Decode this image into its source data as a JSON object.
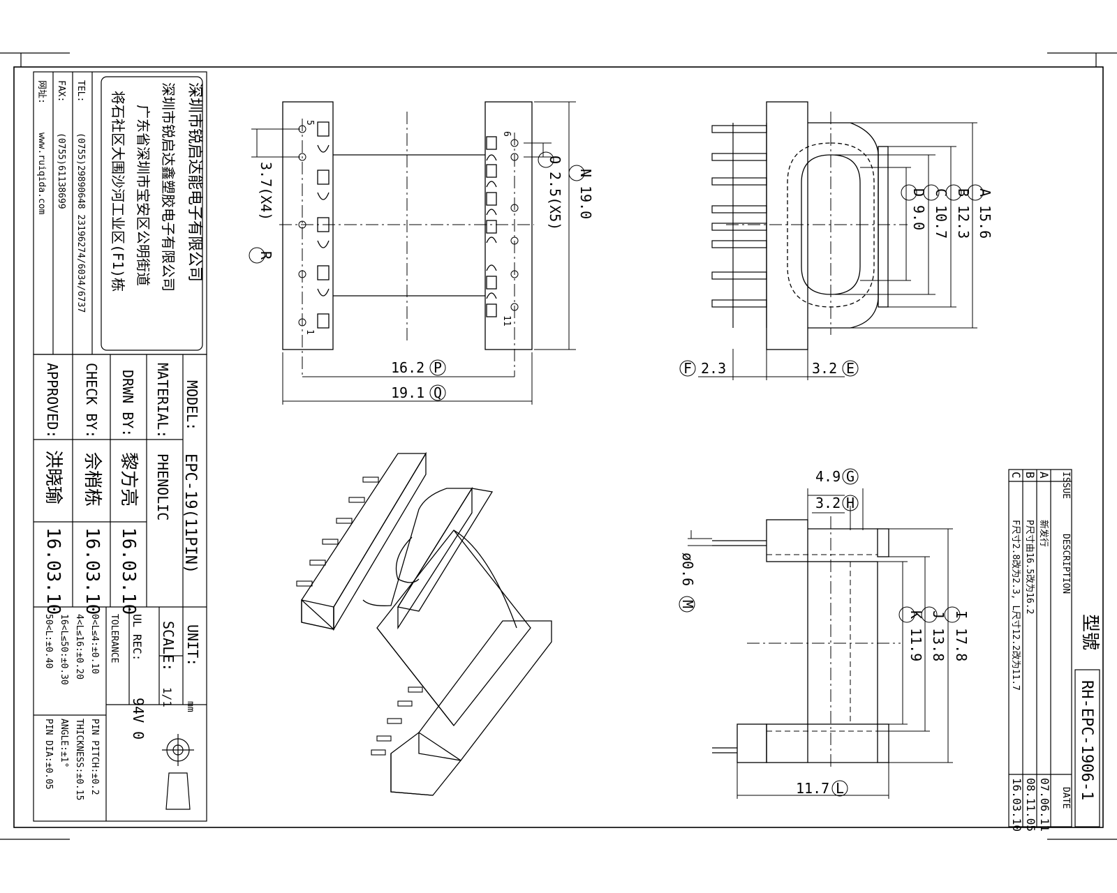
{
  "company": {
    "name1": "深圳市锐启达能电子有限公司",
    "name2": "深圳市锐启达鑫塑胶电子有限公司",
    "addr1": "广东省深圳市宝安区公明街道",
    "addr2": "将石社区大围沙河工业区(F1)栋",
    "tel_label": "TEL:",
    "tel": "(0755)29890648  23196274/6034/6737",
    "fax_label": "FAX:",
    "fax": "(0755)61138699",
    "web_label": "网址:",
    "web": "www.ruiqida.com"
  },
  "titleblock": {
    "model_label": "MODEL:",
    "model": "EPC-19(11PIN)",
    "material_label": "MATERIAL:",
    "material": "PHENOLIC",
    "drwn_label": "DRWN BY:",
    "drwn": "黎方亮",
    "drwn_date": "16.03.10",
    "check_label": "CHECK BY:",
    "check": "佘梢栋",
    "check_date": "16.03.10",
    "approved_label": "APPROVED:",
    "approved": "洪晓瑜",
    "approved_date": "16.03.10",
    "unit_label": "UNIT:",
    "unit": "mm",
    "scale_label": "SCALE:",
    "scale": "1/1",
    "ulrec_label": "UL REC:",
    "ulrec": "94V 0",
    "tolerance_label": "TOLERANCE",
    "tol1": "0<L≤4:±0.10",
    "tol2": "4<L≤16:±0.20",
    "tol3": "16<L≤50:±0.30",
    "tol4": "50<L:±0.40",
    "tol5": "PIN PITCH:±0.2",
    "tol6": "THICKNESS:±0.15",
    "tol7": "ANGLE:±1°",
    "tol8": "PIN DIA:±0.05"
  },
  "revision": {
    "part_label": "型號",
    "part_no": "RH-EPC-1906-1",
    "issue_label": "ISSUE",
    "desc_label": "DESCRIPTION",
    "date_label": "DATE",
    "rows": [
      {
        "issue": "A",
        "desc": "新发行",
        "date": "07.06.11"
      },
      {
        "issue": "B",
        "desc": "P尺寸由16.5改为16.2",
        "date": "08.11.05"
      },
      {
        "issue": "C",
        "desc": "F尺寸2.8改为2.3, L尺寸12.2改为11.7",
        "date": "16.03.10"
      }
    ]
  },
  "dims": {
    "N": "19.0",
    "O": "2.5(X5)",
    "R": "3.7(X4)",
    "P": "16.2",
    "Q": "19.1",
    "A": "15.6",
    "B": "12.3",
    "C": "10.7",
    "D": "9.0",
    "F": "2.3",
    "E": "3.2",
    "G": "4.9",
    "H": "3.2",
    "M": "ø0.6",
    "I": "17.8",
    "J": "13.8",
    "K": "11.9",
    "L": "11.7",
    "pin5": "5",
    "pin1": "1",
    "pin6": "6",
    "pin11": "11"
  }
}
